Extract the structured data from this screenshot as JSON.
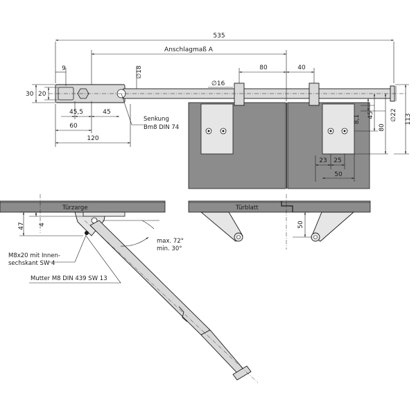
{
  "dimensions": {
    "overall": "535",
    "stop": "Anschlagmaß A",
    "d18": "∅18",
    "d16": "∅16",
    "d22": "∅22",
    "d80": "80",
    "d40": "40",
    "d9": "9",
    "d30": "30",
    "d20": "20",
    "d45_5": "45,5",
    "d45": "45",
    "d60": "60",
    "d120": "120",
    "d8_1": "8,1",
    "d45b": "45",
    "d80v": "80",
    "d113": "113",
    "d23": "23",
    "d25": "25",
    "d50": "50",
    "d47": "47",
    "d4": "4",
    "d50v": "50"
  },
  "labels": {
    "senkung": "Senkung",
    "bm8": "Bm8 DIN 74",
    "turzarge": "Türzarge",
    "turblatt": "Türblatt",
    "screw_line1": "M8x20 mit Innen-",
    "screw_line2": "sechskant SW 4",
    "nut": "Mutter M8 DIN 439 SW 13",
    "angle_max": "max. 72°",
    "angle_min": "min. 30°"
  },
  "colors": {
    "door_fill": "#8c8c8c",
    "rod_fill": "#d9d9d9",
    "bracket_fill": "#e6e6e6",
    "line": "#1a1a1a"
  }
}
